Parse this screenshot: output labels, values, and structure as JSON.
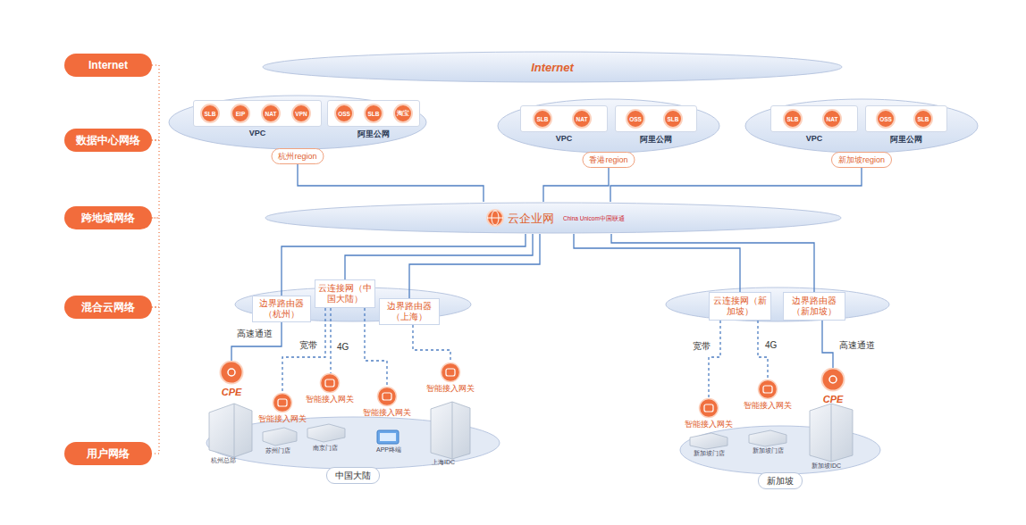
{
  "diagram": {
    "nodes": [
      {
        "text": [
          "Internet"
        ]
      },
      {
        "text": [
          "数据中心网络"
        ]
      },
      {
        "text": [
          "跨地域网络"
        ]
      },
      {
        "text": [
          "混合云网络"
        ]
      },
      {
        "text": [
          "用户网络"
        ]
      },
      {
        "text": [
          "Internet"
        ]
      },
      {
        "text": [
          "杭州region"
        ]
      },
      {
        "text": [
          "VPC"
        ],
        "in": 6
      },
      {
        "text": [
          "SLB"
        ],
        "in": 7
      },
      {
        "text": [
          "EIP"
        ],
        "in": 7
      },
      {
        "text": [
          "NAT"
        ],
        "in": 7
      },
      {
        "text": [
          "VPN"
        ],
        "in": 7
      },
      {
        "text": [
          "阿里公网"
        ],
        "in": 6
      },
      {
        "text": [
          "OSS"
        ],
        "in": 12
      },
      {
        "text": [
          "SLB"
        ],
        "in": 12
      },
      {
        "text": [
          "淘宝"
        ],
        "in": 12
      },
      {
        "text": [
          "香港region"
        ]
      },
      {
        "text": [
          "VPC"
        ],
        "in": 16
      },
      {
        "text": [
          "SLB"
        ],
        "in": 17
      },
      {
        "text": [
          "NAT"
        ],
        "in": 17
      },
      {
        "text": [
          "阿里公网"
        ],
        "in": 16
      },
      {
        "text": [
          "OSS"
        ],
        "in": 20
      },
      {
        "text": [
          "SLB"
        ],
        "in": 20
      },
      {
        "text": [
          "新加坡region"
        ]
      },
      {
        "text": [
          "VPC"
        ],
        "in": 23
      },
      {
        "text": [
          "SLB"
        ],
        "in": 24
      },
      {
        "text": [
          "NAT"
        ],
        "in": 24
      },
      {
        "text": [
          "阿里公网"
        ],
        "in": 23
      },
      {
        "text": [
          "OSS"
        ],
        "in": 27
      },
      {
        "text": [
          "SLB"
        ],
        "in": 27
      },
      {
        "text": [
          "云企业网"
        ]
      },
      {
        "text": [
          "边界路由器（杭州）"
        ]
      },
      {
        "text": [
          "云连接网（中国大陆）"
        ]
      },
      {
        "text": [
          "边界路由器（上海）"
        ]
      },
      {
        "text": [
          "云连接网（新加坡）"
        ]
      },
      {
        "text": [
          "边界路由器（新加坡）"
        ]
      },
      {
        "text": [
          "CPE"
        ]
      },
      {
        "text": [
          "智能接入网关"
        ]
      },
      {
        "text": [
          "智能接入网关"
        ]
      },
      {
        "text": [
          "智能接入网关"
        ]
      },
      {
        "text": [
          "智能接入网关"
        ]
      },
      {
        "text": [
          "中国大陆"
        ]
      },
      {
        "text": [
          "智能接入网关"
        ]
      },
      {
        "text": [
          "智能接入网关"
        ]
      },
      {
        "text": [
          "CPE"
        ]
      },
      {
        "text": [
          "新加坡"
        ]
      }
    ],
    "edges": [
      {
        "from": 0,
        "to": 1,
        "arrow": "none"
      },
      {
        "from": 1,
        "to": 2,
        "arrow": "none"
      },
      {
        "from": 2,
        "to": 3,
        "arrow": "none"
      },
      {
        "from": 3,
        "to": 4,
        "arrow": "none"
      },
      {
        "from": 6,
        "to": 30,
        "arrow": "none"
      },
      {
        "from": 16,
        "to": 30,
        "arrow": "none"
      },
      {
        "from": 23,
        "to": 30,
        "arrow": "none"
      },
      {
        "from": 30,
        "to": 31,
        "arrow": "none"
      },
      {
        "from": 30,
        "to": 32,
        "arrow": "none"
      },
      {
        "from": 30,
        "to": 33,
        "arrow": "none"
      },
      {
        "from": 30,
        "to": 34,
        "arrow": "none"
      },
      {
        "from": 30,
        "to": 35,
        "arrow": "none"
      },
      {
        "from": 31,
        "to": 36,
        "label": "高速通道",
        "arrow": "none"
      },
      {
        "from": 32,
        "to": 37,
        "label": "宽带",
        "arrow": "none"
      },
      {
        "from": 32,
        "to": 38,
        "label": "4G",
        "arrow": "none"
      },
      {
        "from": 32,
        "to": 39,
        "arrow": "none"
      },
      {
        "from": 33,
        "to": 40,
        "arrow": "none"
      },
      {
        "from": 34,
        "to": 42,
        "label": "宽带",
        "arrow": "none"
      },
      {
        "from": 34,
        "to": 43,
        "label": "4G",
        "arrow": "none"
      },
      {
        "from": 35,
        "to": 44,
        "label": "高速通道",
        "arrow": "none"
      }
    ],
    "labels": [
      "China Unicom中国联通",
      "杭州总部",
      "苏州门店",
      "南京门店",
      "APP终端",
      "上海IDC",
      "新加坡门店",
      "新加坡门店",
      "新加坡IDC"
    ]
  }
}
